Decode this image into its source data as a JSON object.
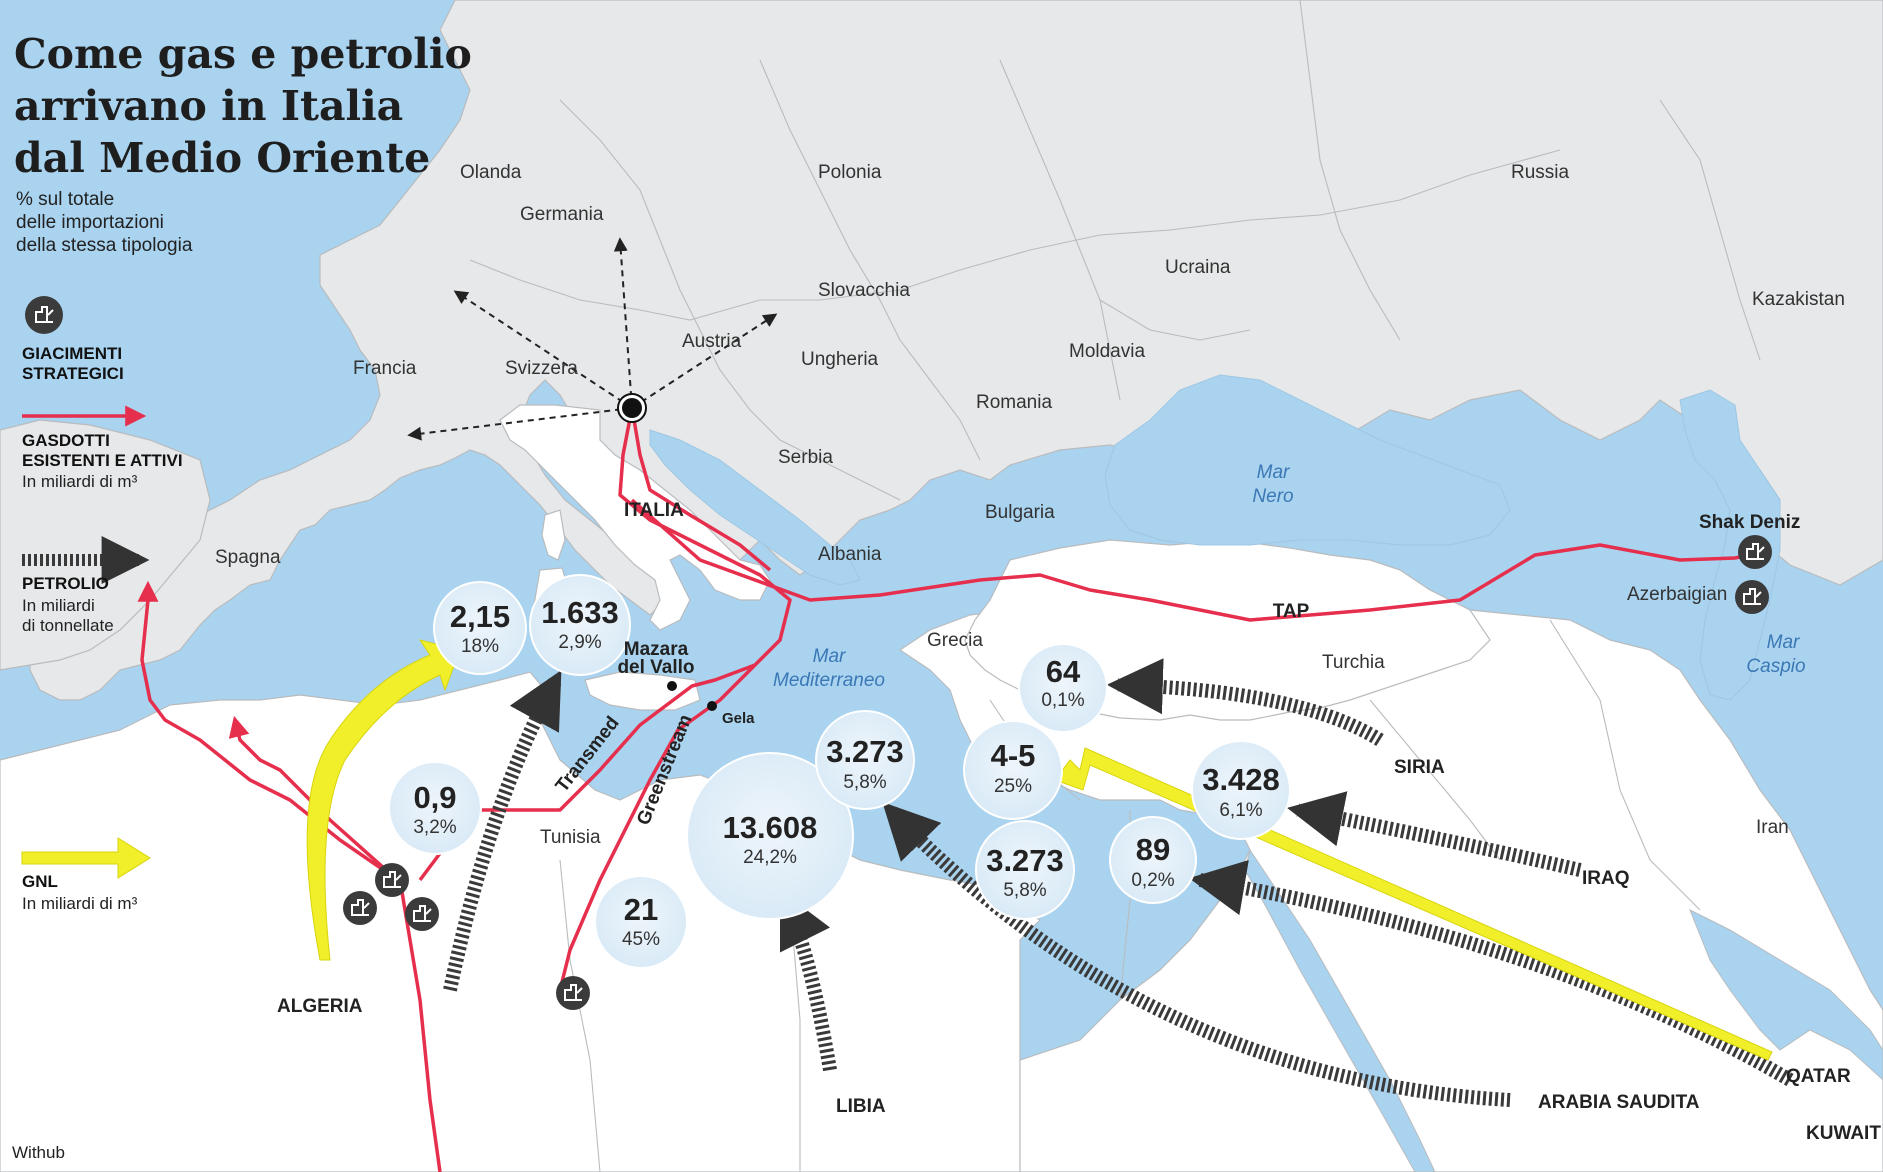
{
  "title": "Come gas e petrolio\narrivano in Italia\ndal Medio Oriente",
  "subtitle": "% sul totale\ndelle importazioni\ndella stessa tipologia",
  "legend": {
    "giacimenti": "GIACIMENTI\nSTRATEGICI",
    "gasdotti": "GASDOTTI\nESISTENTI E ATTIVI",
    "gasdotti_unit": "In miliardi di m³",
    "petrolio": "PETROLIO",
    "petrolio_unit": "In miliardi\ndi tonnellate",
    "gnl": "GNL",
    "gnl_unit": "In miliardi di m³"
  },
  "credit": "Withub",
  "countries": {
    "olanda": "Olanda",
    "germania": "Germania",
    "polonia": "Polonia",
    "russia": "Russia",
    "ucraina": "Ucraina",
    "kazakistan": "Kazakistan",
    "slovacchia": "Slovacchia",
    "austria": "Austria",
    "svizzera": "Svizzera",
    "francia": "Francia",
    "ungheria": "Ungheria",
    "moldavia": "Moldavia",
    "romania": "Romania",
    "serbia": "Serbia",
    "bulgaria": "Bulgaria",
    "albania": "Albania",
    "spagna": "Spagna",
    "grecia": "Grecia",
    "turchia": "Turchia",
    "azerbaigian": "Azerbaigian",
    "tunisia": "Tunisia",
    "iran": "Iran"
  },
  "seas": {
    "nero": "Mar\nNero",
    "caspio": "Mar\nCaspio",
    "mediterraneo": "Mar\nMediterraneo"
  },
  "regions": {
    "italia": "ITALIA",
    "siria": "SIRIA",
    "iraq": "IRAQ",
    "qatar": "QATAR",
    "kuwait": "KUWAIT",
    "arabia": "ARABIA SAUDITA",
    "libia": "LIBIA",
    "algeria": "ALGERIA",
    "shak_deniz": "Shak Deniz"
  },
  "pipelines": {
    "tap": "TAP",
    "transmed": "Transmed",
    "greenstream": "Greenstream"
  },
  "cities": {
    "mazara": "Mazara\ndel Vallo",
    "gela": "Gela"
  },
  "bubbles": {
    "algeria_gnl": {
      "value": "2,15",
      "pct": "18%"
    },
    "algeria_oil": {
      "value": "1.633",
      "pct": "2,9%"
    },
    "algeria_gas": {
      "value": "0,9",
      "pct": "3,2%"
    },
    "libia_gas": {
      "value": "21",
      "pct": "45%"
    },
    "libia_oil": {
      "value": "13.608",
      "pct": "24,2%"
    },
    "mid_oil_upper": {
      "value": "3.273",
      "pct": "5,8%"
    },
    "qatar_gnl": {
      "value": "4-5",
      "pct": "25%"
    },
    "saudi_oil": {
      "value": "3.273",
      "pct": "5,8%"
    },
    "syria_oil": {
      "value": "64",
      "pct": "0,1%"
    },
    "iraq_oil": {
      "value": "3.428",
      "pct": "6,1%"
    },
    "kuwait_oil": {
      "value": "89",
      "pct": "0,2%"
    }
  },
  "colors": {
    "sea": "#a9d3ef",
    "land": "#e7e8e9",
    "highlight_land": "#ffffff",
    "pipeline": "#e62e4d",
    "gnl": "#f0ef2a",
    "oil": "#333333"
  }
}
